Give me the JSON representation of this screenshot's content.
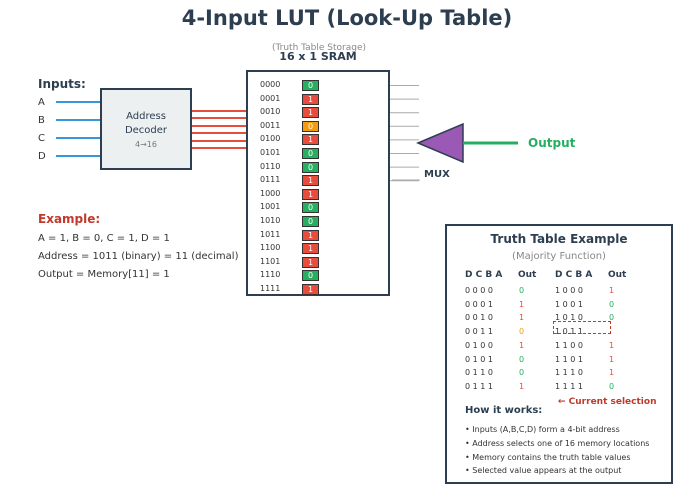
{
  "title": "4-Input LUT (Look-Up Table)",
  "sram": {
    "subtitle": "(Truth Table Storage)",
    "title": "16 x 1 SRAM",
    "rows": [
      {
        "addr": "0000",
        "val": "0"
      },
      {
        "addr": "0001",
        "val": "1"
      },
      {
        "addr": "0010",
        "val": "1"
      },
      {
        "addr": "0011",
        "val": "0"
      },
      {
        "addr": "0100",
        "val": "1"
      },
      {
        "addr": "0101",
        "val": "0"
      },
      {
        "addr": "0110",
        "val": "0"
      },
      {
        "addr": "0111",
        "val": "1"
      },
      {
        "addr": "1000",
        "val": "1"
      },
      {
        "addr": "1001",
        "val": "0"
      },
      {
        "addr": "1010",
        "val": "0"
      },
      {
        "addr": "1011",
        "val": "1"
      },
      {
        "addr": "1100",
        "val": "1"
      },
      {
        "addr": "1101",
        "val": "1"
      },
      {
        "addr": "1110",
        "val": "0"
      },
      {
        "addr": "1111",
        "val": "1"
      }
    ],
    "highlighted_index": 3
  },
  "inputs": {
    "title": "Inputs:",
    "labels": [
      "A",
      "B",
      "C",
      "D"
    ]
  },
  "decoder": {
    "line1": "Address",
    "line2": "Decoder",
    "line3": "4→16"
  },
  "mux": {
    "label": "MUX"
  },
  "output": {
    "label": "Output"
  },
  "example": {
    "title": "Example:",
    "line1": "A = 1, B = 0, C = 1, D = 1",
    "line2": "Address = 1011 (binary) = 11 (decimal)",
    "line3": "Output = Memory[11] = 1"
  },
  "truth_table": {
    "title": "Truth Table Example",
    "subtitle": "(Majority Function)",
    "col_input": "D C B A",
    "col_output": "Out",
    "left": [
      {
        "in": "0 0 0 0",
        "out": "0"
      },
      {
        "in": "0 0 0 1",
        "out": "1"
      },
      {
        "in": "0 0 1 0",
        "out": "1"
      },
      {
        "in": "0 0 1 1",
        "out": "0"
      },
      {
        "in": "0 1 0 0",
        "out": "1"
      },
      {
        "in": "0 1 0 1",
        "out": "0"
      },
      {
        "in": "0 1 1 0",
        "out": "0"
      },
      {
        "in": "0 1 1 1",
        "out": "1"
      }
    ],
    "right": [
      {
        "in": "1 0 0 0",
        "out": "1"
      },
      {
        "in": "1 0 0 1",
        "out": "0"
      },
      {
        "in": "1 0 1 0",
        "out": "0"
      },
      {
        "in": "1 0 1 1",
        "out": ""
      },
      {
        "in": "1 1 0 0",
        "out": "1"
      },
      {
        "in": "1 1 0 1",
        "out": "1"
      },
      {
        "in": "1 1 1 0",
        "out": "1"
      },
      {
        "in": "1 1 1 1",
        "out": "0"
      }
    ],
    "current_selection": "← Current selection",
    "how_title": "How it works:",
    "how_lines": [
      "• Inputs (A,B,C,D) form a 4-bit address",
      "• Address selects one of 16 memory locations",
      "• Memory contains the truth table values",
      "• Selected value appears at the output"
    ]
  },
  "colors": {
    "zero": "#27ae60",
    "one": "#e74c3c",
    "highlight": "#f39c12",
    "mux": "#9b59b6",
    "input_line": "#3498db",
    "decoder_line": "#e74c3c",
    "dark": "#2c3e50"
  }
}
